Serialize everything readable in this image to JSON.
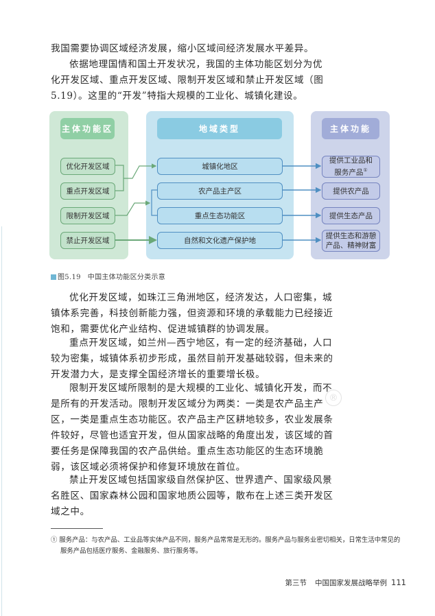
{
  "intro": {
    "lines": [
      "我国需要协调区域经济发展，缩小区域间经济发展水平差异。",
      "依据地理国情和国土开发状况，我国的主体功能区划分为优",
      "化开发区域、重点开发区域、限制开发区域和禁止开发区域（图",
      "5.19）。这里的“开发”特指大规模的工业化、城镇化建设。"
    ]
  },
  "diagram": {
    "columns": {
      "left_header": "主体功能区",
      "middle_header": "地域类型",
      "right_header": "主体功能"
    },
    "left_items": [
      "优化开发区域",
      "重点开发区域",
      "限制开发区域",
      "禁止开发区域"
    ],
    "middle_items": [
      "城镇化地区",
      "农产品主产区",
      "重点生态功能区",
      "自然和文化遗产保护地"
    ],
    "right_items": [
      {
        "line1": "提供工业品和",
        "line2": "服务产品",
        "sup": "①"
      },
      {
        "line1": "提供农产品",
        "line2": "",
        "sup": ""
      },
      {
        "line1": "提供生态产品",
        "line2": "",
        "sup": ""
      },
      {
        "line1": "提供生态和游憩",
        "line2": "产品、精神财富",
        "sup": ""
      }
    ],
    "colors": {
      "green_panel": "#cfe8d6",
      "blue_panel": "#c6e4f1",
      "purple_panel": "#cdd4ea",
      "green_arrow": "#6aa878",
      "blue_arrow": "#4f8fc2"
    }
  },
  "caption": {
    "number": "图5.19",
    "title": "中国主体功能区分类示意"
  },
  "body": {
    "p1": [
      "优化开发区域，如珠江三角洲地区，经济发达，人口密集，城",
      "镇体系完善，科技创新能力强，但资源和环境的承载能力已经接近",
      "饱和，需要优化产业结构、促进城镇群的协调发展。"
    ],
    "p2": [
      "重点开发区域，如兰州—西宁地区，有一定的经济基础，人口",
      "较为密集，城镇体系初步形成，虽然目前开发基础较弱，但未来的",
      "开发潜力大，是支撑全国经济增长的重要增长极。"
    ],
    "p3": [
      "限制开发区域所限制的是大规模的工业化、城镇化开发，而不",
      "是所有的开发活动。限制开发区域分为两类：一类是农产品主产",
      "区，一类是重点生态功能区。农产品主产区耕地较多，农业发展条",
      "件较好，尽管也适宜开发，但从国家战略的角度出发，该区域的首",
      "要任务是保障我国的农产品供给。重点生态功能区的生态环境脆",
      "弱，该区域必须将保护和修复环境放在首位。"
    ],
    "p4": [
      "禁止开发区域包括国家级自然保护区、世界遗产、国家级风景",
      "名胜区、国家森林公园和国家地质公园等，散布在上述三类开发区",
      "域之中。"
    ]
  },
  "footnote": {
    "line1": "① 服务产品：与农产品、工业品等实体产品不同，服务产品常常是无形的。服务产品与服务业密切相关，日常生活中常见的",
    "line2": "服务产品包括医疗服务、金融服务、旅行服务等。"
  },
  "folio": {
    "section": "第三节",
    "title": "中国国家发展战略举例",
    "page": "111"
  },
  "watermark": {
    "registered": "®"
  }
}
